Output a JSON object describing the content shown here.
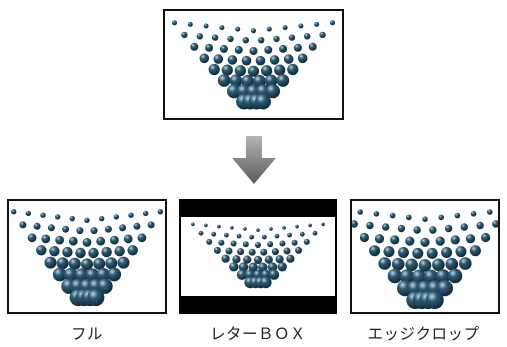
{
  "labels": {
    "full": "フル",
    "letterbox": "レターＢＯＸ",
    "edge_crop": "エッジクロップ"
  },
  "icons": {
    "arrow": "arrow-down-icon"
  },
  "colors": {
    "frame_border": "#111111",
    "letterbox_bar": "#000000",
    "arrow_top": "#b5b5b5",
    "arrow_bottom": "#5a5a5a",
    "sphere_dark": "#0e2330",
    "sphere_mid": "#2e5a73",
    "sphere_light": "#b9d8e6"
  }
}
